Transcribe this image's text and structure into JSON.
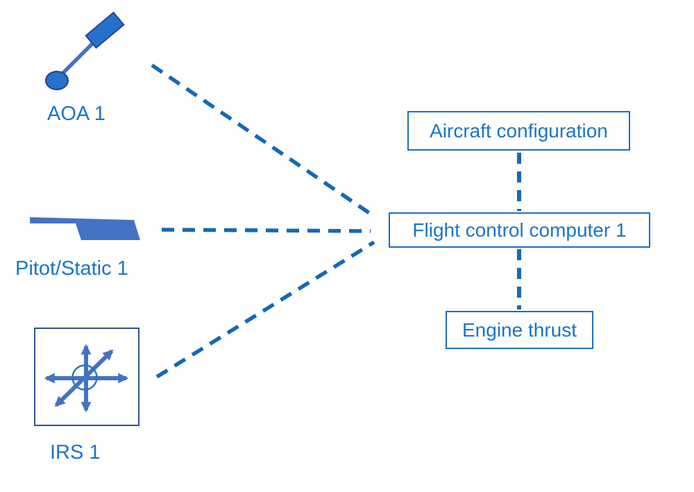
{
  "diagram": {
    "title_implicit": "Flight control computer input sources diagram",
    "sensors": [
      {
        "id": "aoa",
        "label": "AOA 1",
        "icon": "aoa-vane-icon"
      },
      {
        "id": "pitot",
        "label": "Pitot/Static 1",
        "icon": "pitot-tube-icon"
      },
      {
        "id": "irs",
        "label": "IRS 1",
        "icon": "irs-axes-icon"
      }
    ],
    "computer": {
      "id": "fcc",
      "label": "Flight control computer 1"
    },
    "peripherals": [
      {
        "id": "aircraft_config",
        "label": "Aircraft configuration"
      },
      {
        "id": "engine_thrust",
        "label": "Engine thrust"
      }
    ],
    "connections": [
      {
        "from": "aoa",
        "to": "fcc",
        "style": "dashed"
      },
      {
        "from": "pitot",
        "to": "fcc",
        "style": "dashed"
      },
      {
        "from": "irs",
        "to": "fcc",
        "style": "dashed"
      },
      {
        "from": "aircraft_config",
        "to": "fcc",
        "style": "dashed"
      },
      {
        "from": "fcc",
        "to": "engine_thrust",
        "style": "dashed"
      }
    ]
  },
  "colors": {
    "background": "#ffffff",
    "dash_blue": "#1468b5",
    "box_border_blue": "#1a6fc0",
    "text_blue": "#1a74c8",
    "icon_medium_blue": "#4472c4",
    "aoa_fill_blue": "#2472c9",
    "aoa_stroke_navy": "#2e3e95",
    "irs_border_navy": "#2e5395",
    "irs_circle_blue": "#2e75b6"
  }
}
